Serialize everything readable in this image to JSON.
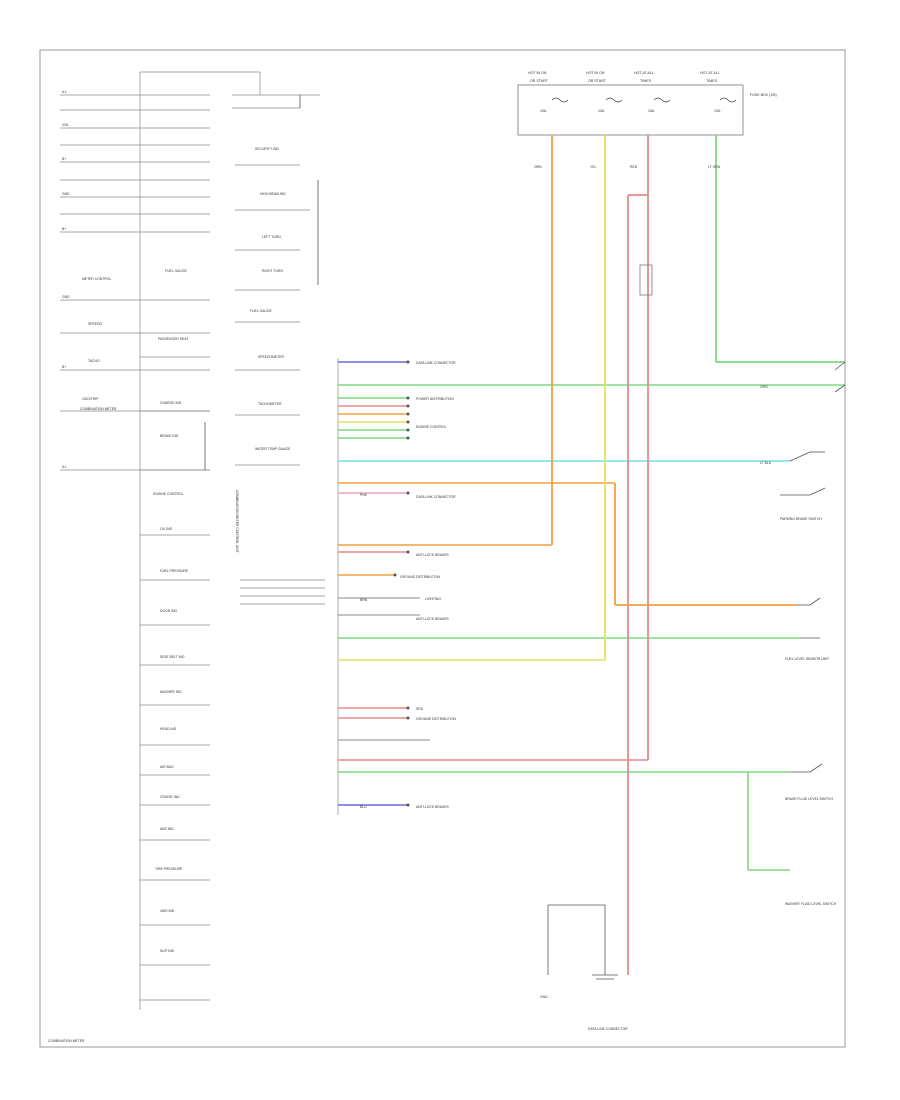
{
  "diagram": {
    "footer_label": "COMBINATION METER",
    "fuses": [
      {
        "top": "HOT IN ON",
        "sub": "OR START",
        "rating": "10A"
      },
      {
        "top": "HOT IN ON",
        "sub": "OR START",
        "rating": "10A"
      },
      {
        "top": "HOT AT ALL",
        "sub": "TIMES",
        "rating": "15A"
      },
      {
        "top": "HOT AT ALL",
        "sub": "TIMES",
        "rating": "10A"
      }
    ],
    "fuse_box_label": "FUSE BOX (J/B)",
    "left_pins": [
      "ILL",
      "IGN",
      "B+",
      "GND",
      "B+",
      "GND",
      "B+",
      "ILL"
    ],
    "left_labels": [
      "METER CONTROL",
      "SPEEDO",
      "TACHO",
      "ODO/TRIP",
      "COMBINATION METER"
    ],
    "meter_blocks": [
      "FUEL GAUGE",
      "PASSENGER SEAT",
      "CHARGE IND",
      "BRAKE IND",
      "ENGINE CONTROL",
      "OIL IND",
      "FUEL PRESSURE",
      "DOOR IND",
      "SEAT BELT IND",
      "WASHER IND",
      "HEAD IND",
      "AIR BAG",
      "CRUISE IND",
      "ABS IND",
      "TIRE PRESSURE",
      "4WD IND",
      "SLIP IND"
    ],
    "right_of_meter_labels": [
      "SECURITY IND",
      "HIGH BEAM IND",
      "LEFT TURN",
      "RIGHT TURN",
      "FUEL GAUGE",
      "SPEEDOMETER",
      "TACHOMETER",
      "WATER TEMP GAUGE"
    ],
    "vertical_module_label": "COMBINATION METER CONTROL UNIT",
    "system_refs": [
      "DATA LINK CONNECTOR",
      "POWER DISTRIBUTION",
      "ENGINE CONTROL",
      "DATA LINK CONNECTOR",
      "ANTI-LOCK BRAKES",
      "GROUND DISTRIBUTION",
      "LIGHTING",
      "ANTI-LOCK BRAKES",
      "SRS",
      "GROUND DISTRIBUTION",
      "ANTI-LOCK BRAKES"
    ],
    "right_components": [
      "PARKING BRAKE SWITCH",
      "FUEL LEVEL SENSOR UNIT",
      "BRAKE FLUID LEVEL SWITCH",
      "WASHER FLUID LEVEL SWITCH"
    ],
    "bottom_labels": [
      "GND",
      "DATA LINK CONNECTOR"
    ],
    "wire_colors": [
      "ORN",
      "YEL",
      "RED",
      "LT GRN",
      "GRN",
      "LT BLU",
      "BLU",
      "PNK",
      "BRN"
    ]
  }
}
